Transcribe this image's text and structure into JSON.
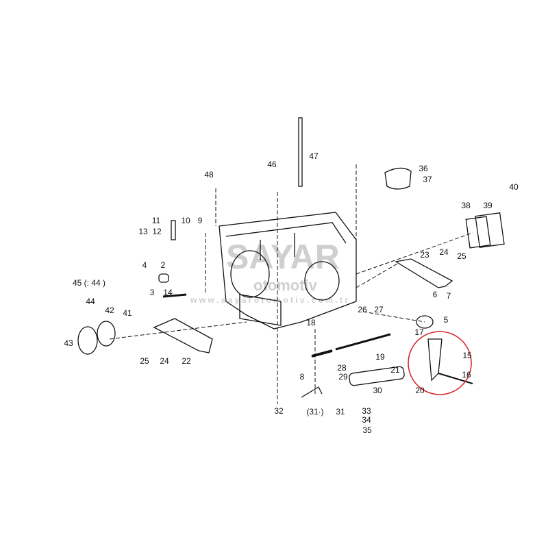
{
  "diagram": {
    "highlight_color": "#d42a2a",
    "line_color": "#111111",
    "watermark": {
      "brand": "SAYAR",
      "sub": "otomotiv",
      "url": "w w w . s a y a r o t o m o t i v . c o m . t r"
    },
    "labels": [
      {
        "id": "l47",
        "text": "47"
      },
      {
        "id": "l46",
        "text": "46"
      },
      {
        "id": "l48",
        "text": "48"
      },
      {
        "id": "l36",
        "text": "36"
      },
      {
        "id": "l37",
        "text": "37"
      },
      {
        "id": "l40",
        "text": "40"
      },
      {
        "id": "l38",
        "text": "38"
      },
      {
        "id": "l39",
        "text": "39"
      },
      {
        "id": "l11",
        "text": "11"
      },
      {
        "id": "l10",
        "text": "10"
      },
      {
        "id": "l9",
        "text": "9"
      },
      {
        "id": "l13",
        "text": "13"
      },
      {
        "id": "l12",
        "text": "12"
      },
      {
        "id": "l23",
        "text": "23"
      },
      {
        "id": "l24a",
        "text": "24"
      },
      {
        "id": "l25a",
        "text": "25"
      },
      {
        "id": "l4",
        "text": "4"
      },
      {
        "id": "l2",
        "text": "2"
      },
      {
        "id": "l3",
        "text": "3"
      },
      {
        "id": "l45",
        "text": "45 (: 44 )"
      },
      {
        "id": "l44",
        "text": "44"
      },
      {
        "id": "l14",
        "text": "14"
      },
      {
        "id": "l6",
        "text": "6"
      },
      {
        "id": "l7",
        "text": "7"
      },
      {
        "id": "l42",
        "text": "42"
      },
      {
        "id": "l41",
        "text": "41"
      },
      {
        "id": "l26a",
        "text": "26"
      },
      {
        "id": "l27",
        "text": "27"
      },
      {
        "id": "l18",
        "text": "18"
      },
      {
        "id": "l5",
        "text": "5"
      },
      {
        "id": "l17",
        "text": "17"
      },
      {
        "id": "l43",
        "text": "43"
      },
      {
        "id": "l25b",
        "text": "25"
      },
      {
        "id": "l24b",
        "text": "24"
      },
      {
        "id": "l22",
        "text": "22"
      },
      {
        "id": "l19",
        "text": "19"
      },
      {
        "id": "l15",
        "text": "15"
      },
      {
        "id": "l28",
        "text": "28"
      },
      {
        "id": "l21",
        "text": "21"
      },
      {
        "id": "l16",
        "text": "16"
      },
      {
        "id": "l29",
        "text": "29"
      },
      {
        "id": "l20",
        "text": "20"
      },
      {
        "id": "l8",
        "text": "8"
      },
      {
        "id": "l30",
        "text": "30"
      },
      {
        "id": "l32",
        "text": "32"
      },
      {
        "id": "l31g",
        "text": "(31·)"
      },
      {
        "id": "l31",
        "text": "31"
      },
      {
        "id": "l33",
        "text": "33"
      },
      {
        "id": "l34",
        "text": "34"
      },
      {
        "id": "l35",
        "text": "35"
      }
    ]
  }
}
